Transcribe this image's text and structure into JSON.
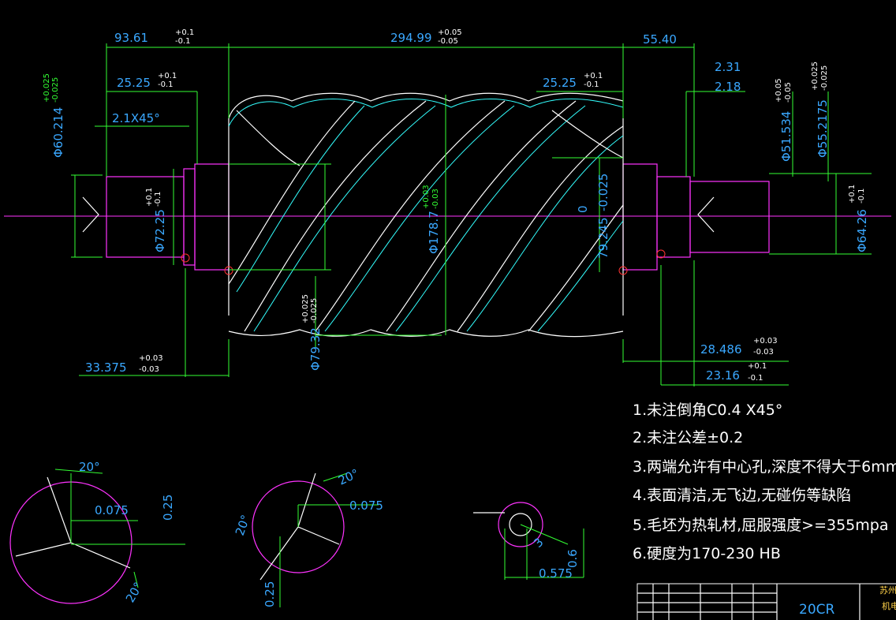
{
  "drawing": {
    "dims": {
      "d1": "93.61",
      "d1_tol_up": "+0.1",
      "d1_tol_low": "-0.1",
      "d2": "294.99",
      "d2_tol_up": "+0.05",
      "d2_tol_low": "-0.05",
      "d3": "55.40",
      "d4": "25.25",
      "d4_tol_up": "+0.1",
      "d4_tol_low": "-0.1",
      "d5": "25.25",
      "d5_tol_up": "+0.1",
      "d5_tol_low": "-0.1",
      "d6": "2.31",
      "d7": "2.18",
      "d8": "2.1X45°",
      "d9": "Φ60.214",
      "d9_tol_up": "+0.025",
      "d9_tol_low": "-0.025",
      "d10": "Φ72.25",
      "d10_tol_up": "+0.1",
      "d10_tol_low": "-0.1",
      "d11": "Φ178.7",
      "d11_tol_up": "+0.03",
      "d11_tol_low": "-0.03",
      "d12": "79.245",
      "d12_tol_up": "0",
      "d12_tol_low": "-0.025",
      "d13": "Φ79.32",
      "d13_tol_up": "+0.025",
      "d13_tol_low": "-0.025",
      "d14": "33.375",
      "d14_tol_up": "+0.03",
      "d14_tol_low": "-0.03",
      "d15": "Φ51.534",
      "d15_tol_up": "+0.05",
      "d15_tol_low": "-0.05",
      "d16": "Φ55.2175",
      "d16_tol_up": "+0.025",
      "d16_tol_low": "-0.025",
      "d17": "Φ64.26",
      "d17_tol_up": "+0.1",
      "d17_tol_low": "-0.1",
      "d18": "28.486",
      "d18_tol_up": "+0.03",
      "d18_tol_low": "-0.03",
      "d19": "23.16",
      "d19_tol_up": "+0.1",
      "d19_tol_low": "-0.1"
    },
    "sections": {
      "s1_angle_top": "20°",
      "s1_offset": "0.075",
      "s1_radius": "0.25",
      "s1_angle_bottom": "20°",
      "s2_angle_top": "20°",
      "s2_offset": "0.075",
      "s2_angle_left": "20°",
      "s2_radius": "0.25",
      "s3_r": "3",
      "s3_h": "0.6",
      "s3_w": "0.575"
    },
    "notes": [
      "1.未注倒角C0.4 X45°",
      "2.未注公差±0.2",
      "3.两端允许有中心孔,深度不得大于6mm",
      "4.表面清洁,无飞边,无碰伤等缺陷",
      "5.毛坯为热轧材,屈服强度>=355mpa",
      "6.硬度为170-230 HB"
    ],
    "title_block": {
      "material": "20CR",
      "company_top": "苏州",
      "company_bottom": "机电"
    }
  }
}
